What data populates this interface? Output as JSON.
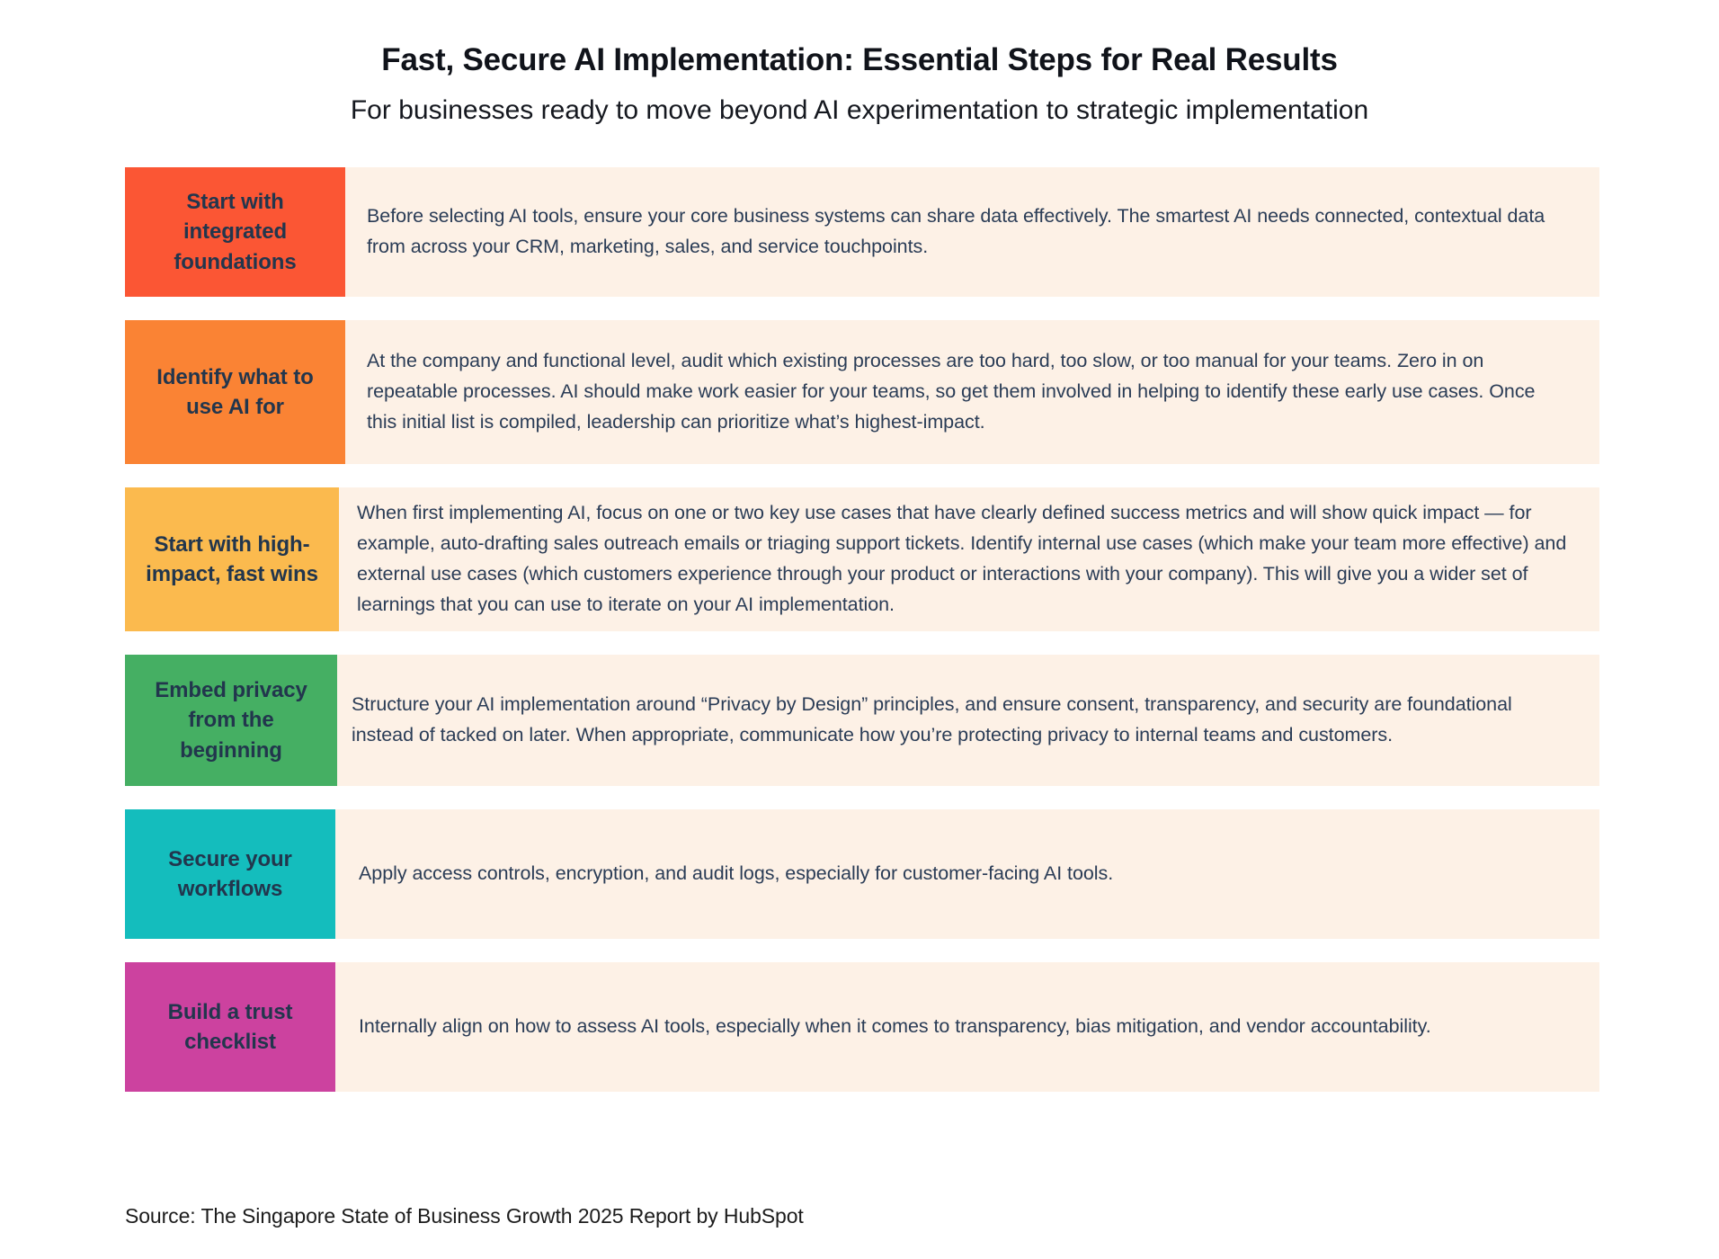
{
  "header": {
    "title": "Fast, Secure AI Implementation: Essential Steps for Real Results",
    "subtitle": "For businesses ready to move beyond AI experimentation to strategic implementation"
  },
  "colors": {
    "body_panel": "#fdf1e6",
    "text_dark": "#22364d",
    "background": "#ffffff"
  },
  "rows": [
    {
      "label": "Start with integrated foundations",
      "color": "#FB5634",
      "body": "Before selecting AI tools, ensure your core business systems can share data effectively. The smartest AI needs connected, contextual data from across your CRM, marketing, sales, and service touchpoints."
    },
    {
      "label": "Identify what to use AI for",
      "color": "#FA8334",
      "body": "At the company and functional level, audit which existing processes are too hard, too slow, or too manual for your teams. Zero in on repeatable processes. AI should make work easier for your teams, so get them involved in helping to identify these early use cases. Once this initial list is compiled, leadership can prioritize what’s highest-impact."
    },
    {
      "label": "Start with high-impact, fast wins",
      "color": "#FBBA4E",
      "body": "When first implementing AI, focus on one or two key use cases that have clearly defined success metrics and will show quick impact — for example, auto-drafting sales outreach emails or triaging support tickets. Identify internal use cases (which make your team more effective) and external use cases (which customers experience through your product or interactions with your company). This will give you a wider set of learnings that you can use to iterate on your AI implementation."
    },
    {
      "label": "Embed privacy from the beginning",
      "color": "#45AF63",
      "body": "Structure your AI implementation around “Privacy by Design” principles, and ensure consent, transparency, and security are foundational instead of tacked on later. When appropriate, communicate how you’re protecting privacy to internal teams and customers."
    },
    {
      "label": "Secure your workflows",
      "color": "#14BDBD",
      "body": "Apply access controls, encryption, and audit logs, especially for customer-facing AI tools."
    },
    {
      "label": "Build a trust checklist",
      "color": "#CC429F",
      "body": "Internally align on how to assess AI tools, especially when it comes to transparency, bias mitigation, and vendor accountability."
    }
  ],
  "source": "Source: The Singapore State of Business Growth 2025 Report by HubSpot"
}
